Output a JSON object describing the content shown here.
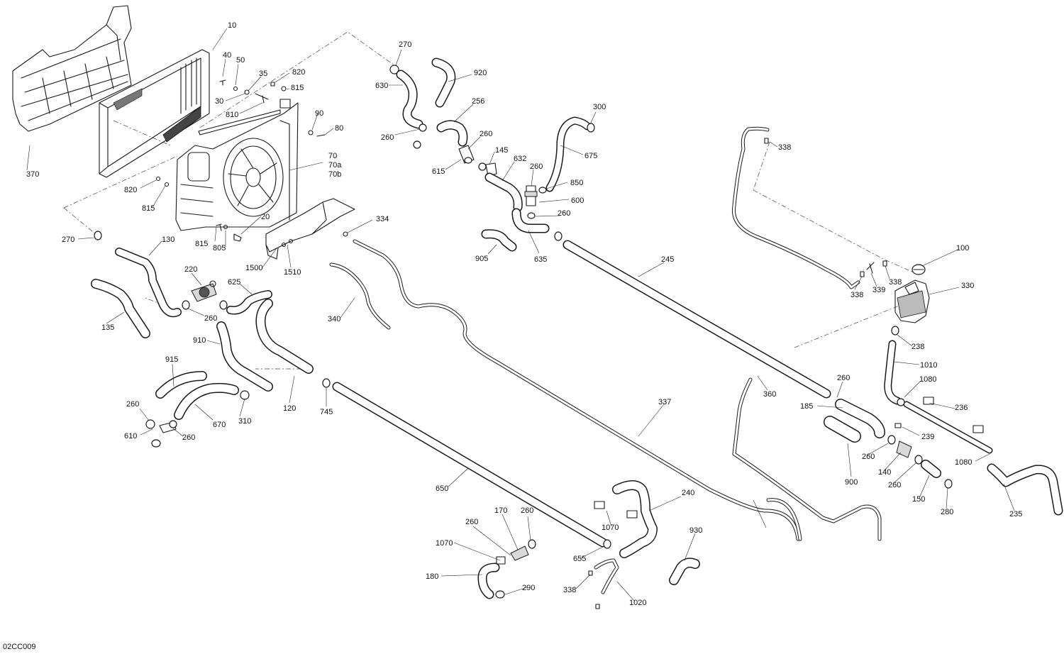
{
  "diagram_code": "02CC009",
  "callouts": [
    {
      "id": "10",
      "text": "10"
    },
    {
      "id": "40",
      "text": "40"
    },
    {
      "id": "50",
      "text": "50"
    },
    {
      "id": "35",
      "text": "35"
    },
    {
      "id": "820a",
      "text": "820"
    },
    {
      "id": "815a",
      "text": "815"
    },
    {
      "id": "30",
      "text": "30"
    },
    {
      "id": "810",
      "text": "810"
    },
    {
      "id": "90",
      "text": "90"
    },
    {
      "id": "80",
      "text": "80"
    },
    {
      "id": "70",
      "text": "70"
    },
    {
      "id": "70a",
      "text": "70a"
    },
    {
      "id": "70b",
      "text": "70b"
    },
    {
      "id": "370",
      "text": "370"
    },
    {
      "id": "820b",
      "text": "820"
    },
    {
      "id": "815b",
      "text": "815"
    },
    {
      "id": "20",
      "text": "20"
    },
    {
      "id": "815c",
      "text": "815"
    },
    {
      "id": "805",
      "text": "805"
    },
    {
      "id": "270a",
      "text": "270"
    },
    {
      "id": "130",
      "text": "130"
    },
    {
      "id": "1500",
      "text": "1500"
    },
    {
      "id": "1510",
      "text": "1510"
    },
    {
      "id": "334",
      "text": "334"
    },
    {
      "id": "220",
      "text": "220"
    },
    {
      "id": "625",
      "text": "625"
    },
    {
      "id": "260a",
      "text": "260"
    },
    {
      "id": "135",
      "text": "135"
    },
    {
      "id": "340",
      "text": "340"
    },
    {
      "id": "910",
      "text": "910"
    },
    {
      "id": "915",
      "text": "915"
    },
    {
      "id": "260b",
      "text": "260"
    },
    {
      "id": "610",
      "text": "610"
    },
    {
      "id": "260c",
      "text": "260"
    },
    {
      "id": "670",
      "text": "670"
    },
    {
      "id": "310",
      "text": "310"
    },
    {
      "id": "120",
      "text": "120"
    },
    {
      "id": "745",
      "text": "745"
    },
    {
      "id": "650",
      "text": "650"
    },
    {
      "id": "270b",
      "text": "270"
    },
    {
      "id": "630",
      "text": "630"
    },
    {
      "id": "920",
      "text": "920"
    },
    {
      "id": "256",
      "text": "256"
    },
    {
      "id": "260d",
      "text": "260"
    },
    {
      "id": "260e",
      "text": "260"
    },
    {
      "id": "145",
      "text": "145"
    },
    {
      "id": "615",
      "text": "615"
    },
    {
      "id": "632",
      "text": "632"
    },
    {
      "id": "300",
      "text": "300"
    },
    {
      "id": "675",
      "text": "675"
    },
    {
      "id": "260f",
      "text": "260"
    },
    {
      "id": "850",
      "text": "850"
    },
    {
      "id": "600",
      "text": "600"
    },
    {
      "id": "260g",
      "text": "260"
    },
    {
      "id": "905",
      "text": "905"
    },
    {
      "id": "635",
      "text": "635"
    },
    {
      "id": "245",
      "text": "245"
    },
    {
      "id": "338a",
      "text": "338"
    },
    {
      "id": "100",
      "text": "100"
    },
    {
      "id": "338b",
      "text": "338"
    },
    {
      "id": "339",
      "text": "339"
    },
    {
      "id": "338c",
      "text": "338"
    },
    {
      "id": "330",
      "text": "330"
    },
    {
      "id": "238",
      "text": "238"
    },
    {
      "id": "1010",
      "text": "1010"
    },
    {
      "id": "1080a",
      "text": "1080"
    },
    {
      "id": "360",
      "text": "360"
    },
    {
      "id": "260h",
      "text": "260"
    },
    {
      "id": "185",
      "text": "185"
    },
    {
      "id": "236",
      "text": "236"
    },
    {
      "id": "239",
      "text": "239"
    },
    {
      "id": "260i",
      "text": "260"
    },
    {
      "id": "900",
      "text": "900"
    },
    {
      "id": "140",
      "text": "140"
    },
    {
      "id": "1080b",
      "text": "1080"
    },
    {
      "id": "260j",
      "text": "260"
    },
    {
      "id": "150",
      "text": "150"
    },
    {
      "id": "280",
      "text": "280"
    },
    {
      "id": "235",
      "text": "235"
    },
    {
      "id": "337",
      "text": "337"
    },
    {
      "id": "240",
      "text": "240"
    },
    {
      "id": "170",
      "text": "170"
    },
    {
      "id": "260k",
      "text": "260"
    },
    {
      "id": "260l",
      "text": "260"
    },
    {
      "id": "1070a",
      "text": "1070"
    },
    {
      "id": "1070b",
      "text": "1070"
    },
    {
      "id": "655",
      "text": "655"
    },
    {
      "id": "930",
      "text": "930"
    },
    {
      "id": "180",
      "text": "180"
    },
    {
      "id": "290",
      "text": "290"
    },
    {
      "id": "338d",
      "text": "338"
    },
    {
      "id": "1020",
      "text": "1020"
    }
  ]
}
